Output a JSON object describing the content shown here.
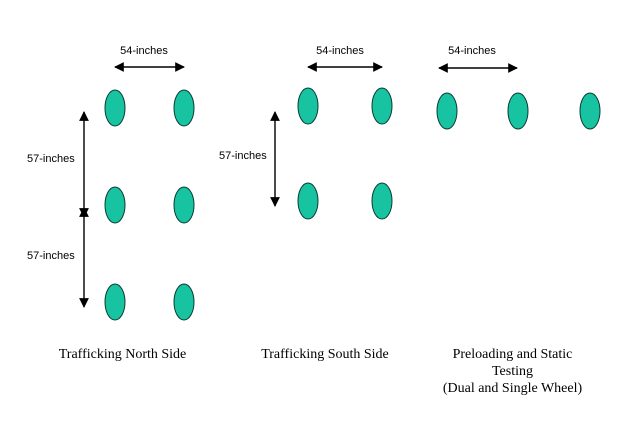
{
  "colors": {
    "wheel_fill": "#17c3a1",
    "wheel_stroke": "#0b3d33",
    "arrow": "#000000"
  },
  "dimensions": {
    "north_width": "54-inches",
    "south_width": "54-inches",
    "static_width": "54-inches",
    "north_length_1": "57-inches",
    "north_length_2": "57-inches",
    "south_length": "57-inches"
  },
  "captions": {
    "north": "Trafficking North Side",
    "south": "Trafficking South Side",
    "static_line1": "Preloading and Static",
    "static_line2": "Testing",
    "static_line3": "(Dual and Single Wheel)"
  }
}
